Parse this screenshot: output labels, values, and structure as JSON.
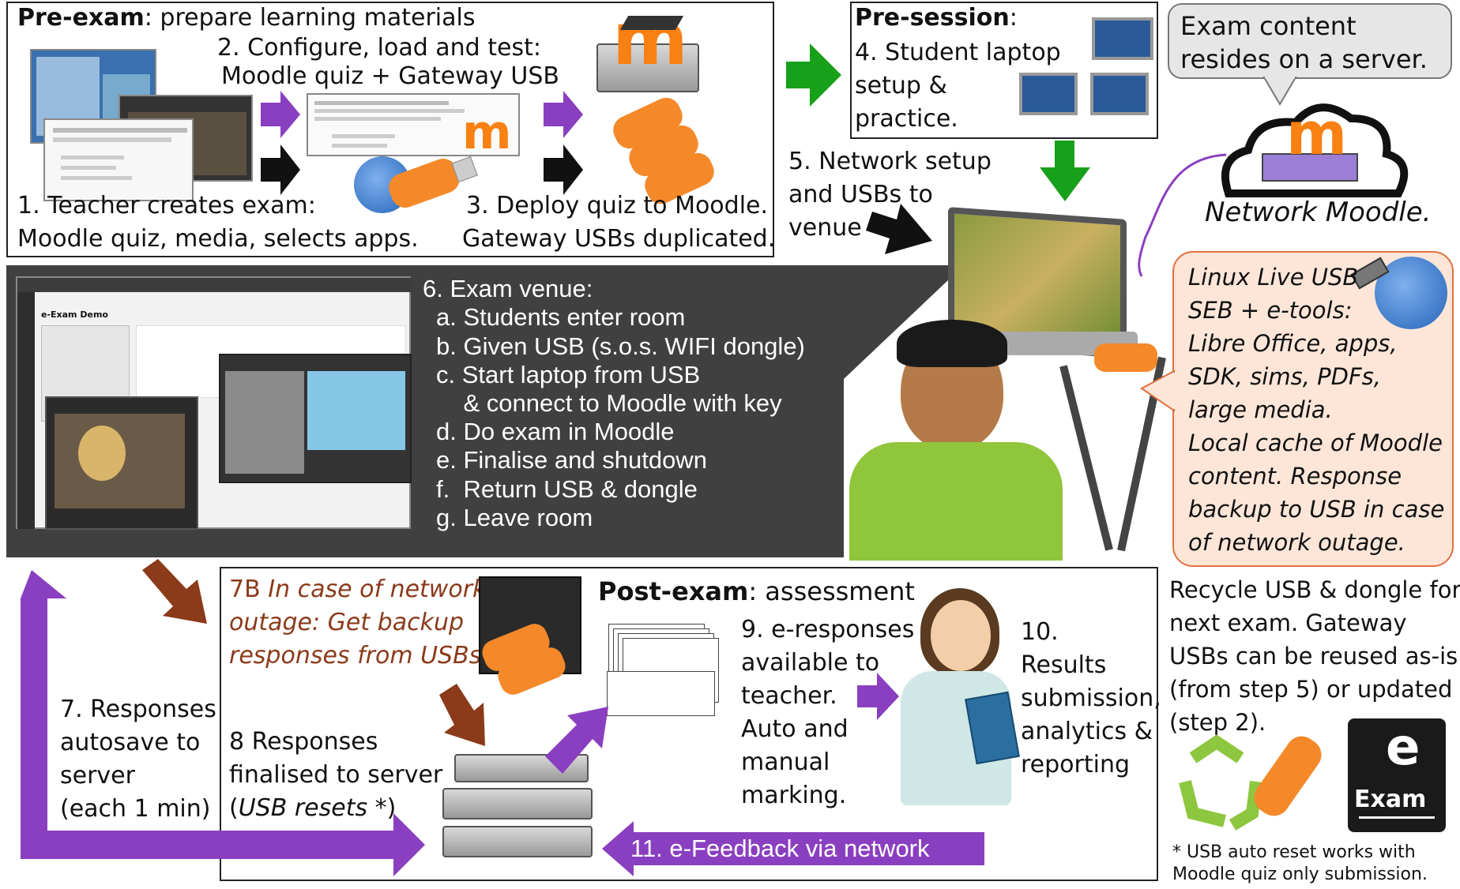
{
  "pre_exam": {
    "title_bold": "Pre-exam",
    "title_rest": ": prepare learning materials",
    "step2_line1": "2. Configure, load and test:",
    "step2_line2": "Moodle quiz + Gateway USB",
    "step1_line1": "1. Teacher creates exam:",
    "step1_line2": "Moodle quiz, media, selects apps.",
    "step3_line1": "3. Deploy quiz to Moodle.",
    "step3_line2": "Gateway USBs duplicated."
  },
  "pre_session": {
    "title_bold": "Pre-session",
    "title_rest": ":",
    "step4_line1": "4. Student laptop",
    "step4_line2": "setup &",
    "step4_line3": "practice."
  },
  "server_bubble": {
    "line1": "Exam content",
    "line2": "resides on a server."
  },
  "network_moodle": "Network Moodle.",
  "step5": {
    "line1": "5. Network setup",
    "line2": "and USBs to",
    "line3": "venue"
  },
  "venue": {
    "title": "6. Exam venue:",
    "items": [
      "a. Students enter room",
      "b. Given USB (s.o.s. WIFI dongle)",
      "c. Start laptop from USB",
      "    & connect to Moodle with key",
      "d. Do exam in Moodle",
      "e. Finalise and shutdown",
      "f.  Return USB & dongle",
      "g. Leave room"
    ],
    "screenshot_title": "e-Exam Demo"
  },
  "linux_usb": {
    "lines": [
      "Linux Live USB",
      "SEB + e-tools:",
      "Libre Office, apps,",
      "SDK, sims, PDFs,",
      "large media.",
      "Local cache of Moodle",
      "content. Response",
      "backup to USB in case",
      "of network outage."
    ]
  },
  "post_exam": {
    "title_bold": "Post-exam",
    "title_rest": ": assessment",
    "step7b_line1_prefix": "7B ",
    "step7b_line1_italic": "In case of network",
    "step7b_line2": "outage:  Get backup",
    "step7b_line3": "responses from USBs.",
    "step8_line1": "8 Responses",
    "step8_line2": "finalised to server",
    "step8_line3_pre": "(",
    "step8_line3_it": "USB resets *",
    "step8_line3_post": ")",
    "step9_lines": [
      "9. e-responses",
      "available to",
      "teacher.",
      "Auto and",
      "manual",
      "marking."
    ],
    "step10_lines": [
      "10.",
      "Results",
      "submission,",
      "analytics &",
      "reporting"
    ],
    "step11": "11. e-Feedback via network"
  },
  "step7": {
    "lines": [
      "7. Responses",
      "autosave to",
      "server",
      "(each 1 min)"
    ]
  },
  "recycle": {
    "lines": [
      "Recycle USB & dongle for",
      "next exam. Gateway",
      "USBs can be reused as-is",
      "(from step 5) or updated",
      "(step 2)."
    ]
  },
  "eexam_logo": {
    "letter": "e",
    "word": "Exam"
  },
  "footnote": {
    "line1": "* USB auto reset works with",
    "line2": "Moodle quiz only submission."
  },
  "colors": {
    "purple": "#8a3fc0",
    "black": "#111111",
    "green": "#17a01a",
    "brown": "#8b3a1a",
    "orange": "#f5892a",
    "moodle_orange": "#f98012",
    "venue_bg": "#404040",
    "linux_box_bg": "#fde6d8",
    "linux_box_border": "#e07040"
  }
}
